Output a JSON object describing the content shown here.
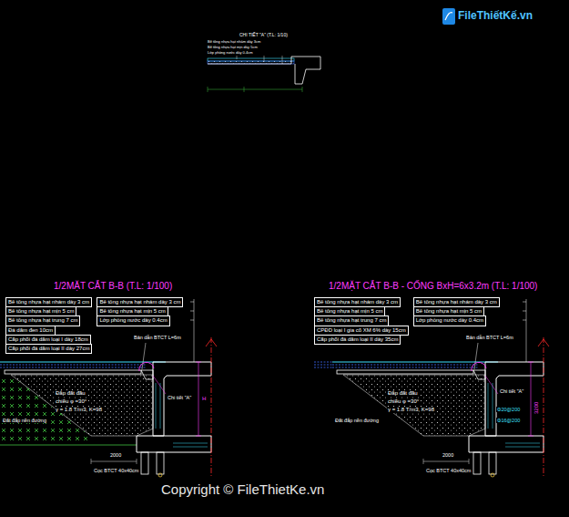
{
  "diagram": {
    "nodes": [
      {
        "text": [
          "Bê tông nhựa hạt nhám dày 3 cm"
        ]
      },
      {
        "text": [
          "Bê tông nhựa hạt mịn 5 cm"
        ]
      },
      {
        "text": [
          "Bê tông nhựa hạt trung 7 cm"
        ]
      },
      {
        "text": [
          "Đá dăm đen 10cm"
        ]
      },
      {
        "text": [
          "Cấp phối đá dăm loại I dày 18cm"
        ]
      },
      {
        "text": [
          "Cấp phối đá dăm loại II dày 27cm"
        ]
      },
      {
        "text": [
          "Bê tông nhựa hạt nhám dày 3 cm"
        ]
      },
      {
        "text": [
          "Bê tông nhựa hạt mịn 5 cm"
        ]
      },
      {
        "text": [
          "Lớp phòng nước dày 0.4cm"
        ]
      },
      {
        "text": [
          "Bê tông nhựa hạt nhám dày 3 cm"
        ]
      },
      {
        "text": [
          "Bê tông nhựa hạt mịn 5 cm"
        ]
      },
      {
        "text": [
          "Bê tông nhựa hạt trung 7 cm"
        ]
      },
      {
        "text": [
          "CPĐD loại I gia cố XM 6% dày 15cm"
        ]
      },
      {
        "text": [
          "Cấp phối đá dăm loại II dày 35cm"
        ]
      },
      {
        "text": [
          "Bê tông nhựa hạt nhám dày 3 cm"
        ]
      },
      {
        "text": [
          "Bê tông nhựa hạt mịn 5 cm"
        ]
      },
      {
        "text": [
          "Lớp phòng nước dày 0.4cm"
        ]
      }
    ],
    "labels": [
      "CHI TIẾT \"A\" (T.L: 1/10)",
      "Bê tông nhựa hạt nhám dày 3cm",
      "Bê tông nhựa hạt mịn dày 5cm",
      "Lớp phòng nước dày 0.4cm",
      "1/2MẶT CẮT B-B (T.L: 1/100)",
      "Bản dẫn BTCT L=6m",
      "Đắp đất đầu",
      "chiều φ =30°",
      "γ = 1.8 T/m3, K=98",
      "Chi tiết \"A\"",
      "Đất đắp nền đường",
      "H",
      "2000",
      "Cọc BTCT 40x40cm",
      "1/2MẶT CẮT B-B - CỐNG BxH=6x3.2m (T.L: 1/100)",
      "Bản dẫn BTCT L=6m",
      "Đắp đất đầu",
      "chiều φ =30°",
      "γ = 1.8 T/m3, K=98",
      "Chi tiết \"A\"",
      "Đất đắp nền đường",
      "3200",
      "2000",
      "Cọc BTCT 40x40cm",
      "Φ20@200",
      "Φ16@200",
      "FileThiếtKế.vn",
      "Copyright © FileThietKe.vn"
    ]
  }
}
